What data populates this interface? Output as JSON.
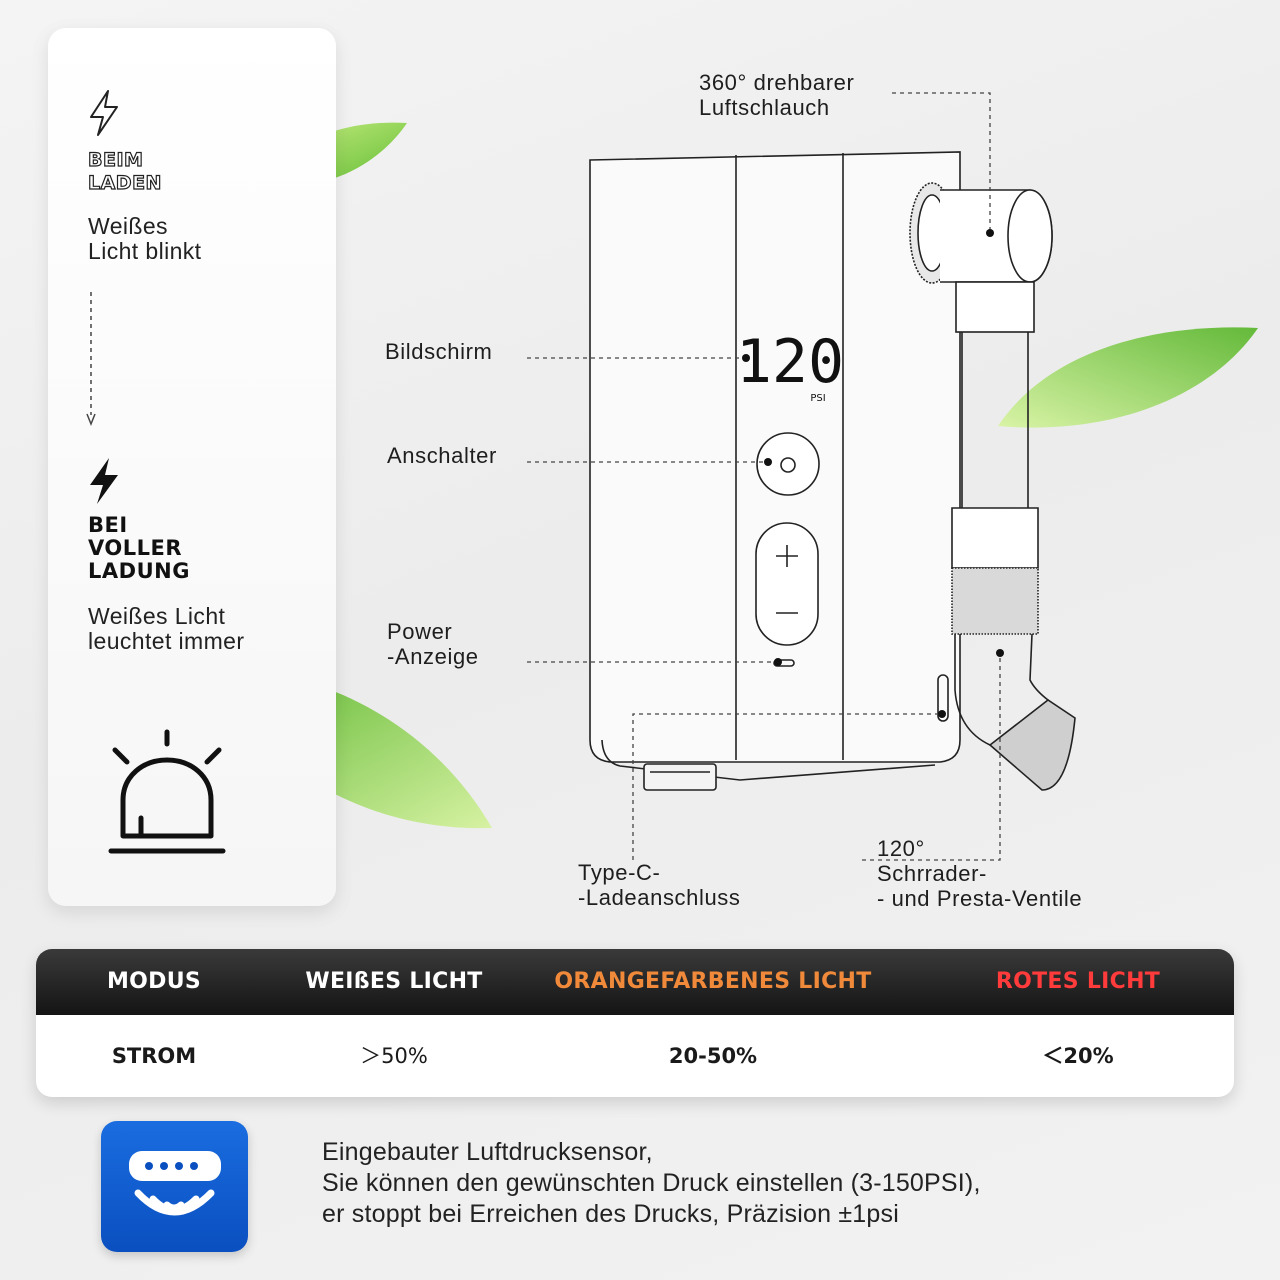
{
  "panel": {
    "charging": {
      "mode_line1": "BEIM",
      "mode_line2": "LADEN",
      "desc_line1": "Weißes",
      "desc_line2": "Licht blinkt",
      "icon": "lightning-outline-icon"
    },
    "full": {
      "mode_line1": "BEI",
      "mode_line2": "VOLLER",
      "mode_line3": "LADUNG",
      "desc_line1": "Weißes Licht",
      "desc_line2": "leuchtet immer",
      "icon": "lightning-filled-icon"
    },
    "bottom_icon": "alarm-light-icon"
  },
  "device": {
    "display_value": "120",
    "display_unit": "PSI"
  },
  "labels": {
    "hose_line1": "360° drehbarer",
    "hose_line2": "Luftschlauch",
    "screen": "Bildschirm",
    "switch": "Anschalter",
    "power_line1": "Power",
    "power_line2": "-Anzeige",
    "typec_line1": "Type-C-",
    "typec_line2": "-Ladeanschluss",
    "valve_line1": "120°",
    "valve_line2": "Schrrader-",
    "valve_line3": "- und Presta-Ventile"
  },
  "table": {
    "headers": [
      "MODUS",
      "WEIßES LICHT",
      "ORANGEFARBENES LICHT",
      "ROTES LICHT"
    ],
    "header_colors": [
      "#ffffff",
      "#ffffff",
      "#f08a3a",
      "#ff3b3b"
    ],
    "row": [
      "STROM",
      "＞50%",
      "20-50%",
      "＜20%"
    ]
  },
  "footer": {
    "icon": "pressure-sensor-icon",
    "line1": "Eingebauter Luftdrucksensor,",
    "line2": "Sie können den gewünschten Druck einstellen (3-150PSI),",
    "line3": "er stoppt bei Erreichen des Drucks, Präzision ±1psi"
  }
}
